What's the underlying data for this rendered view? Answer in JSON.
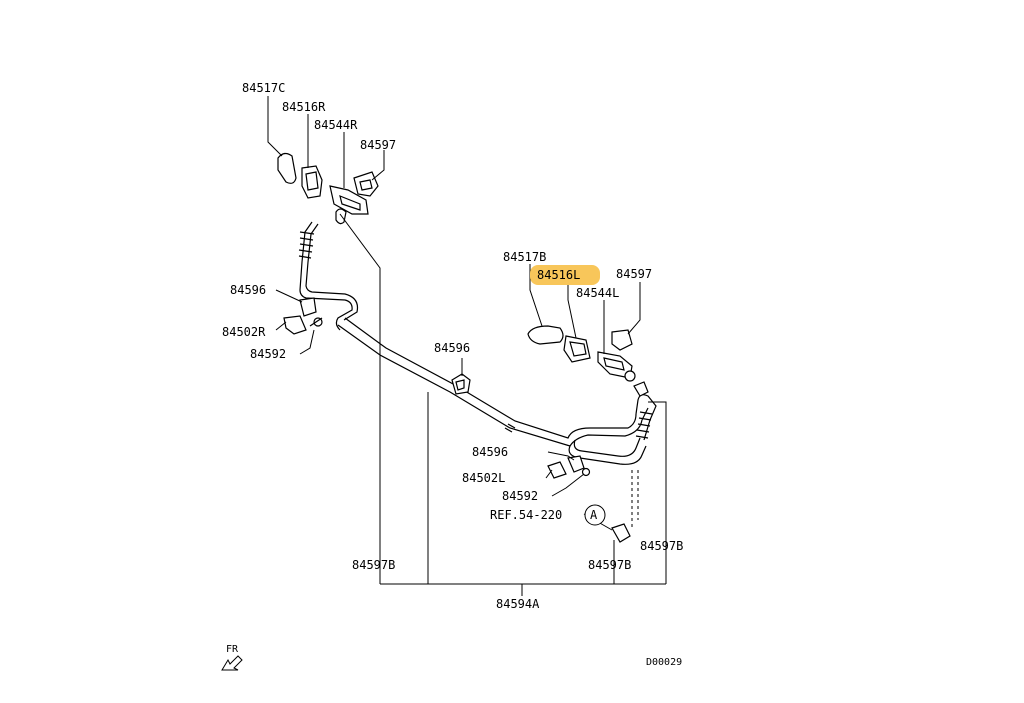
{
  "diagram": {
    "labels": {
      "p84517C": "84517C",
      "p84516R": "84516R",
      "p84544R": "84544R",
      "p84597_left": "84597",
      "p84596_left": "84596",
      "p84502R": "84502R",
      "p84592_left": "84592",
      "p84596_center": "84596",
      "p84517B": "84517B",
      "p84516L": "84516L",
      "p84597_right": "84597",
      "p84544L": "84544L",
      "p84596_lower": "84596",
      "p84502L": "84502L",
      "p84592_lower": "84592",
      "ref": "REF.54-220",
      "ref_circle": "A",
      "p84597B_left": "84597B",
      "p84597B_center": "84597B",
      "p84597B_right": "84597B",
      "p84594A": "84594A",
      "fr": "FR",
      "code": "D00029"
    },
    "highlighted_part": "84516L",
    "highlight_color": "#f8c65a"
  }
}
